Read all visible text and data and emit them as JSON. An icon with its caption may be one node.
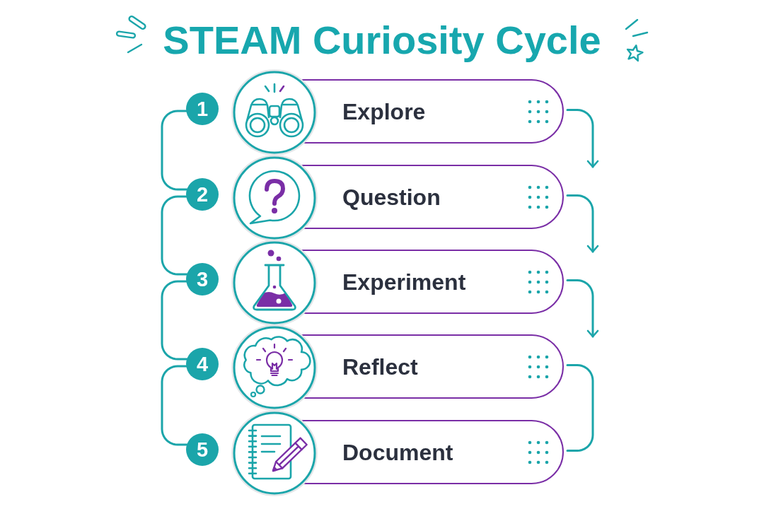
{
  "diagram": {
    "title": "STEAM Curiosity Cycle",
    "nodes": [
      {
        "text": [
          "1"
        ]
      },
      {
        "text": [
          "Explore"
        ]
      },
      {
        "text": [
          "2"
        ]
      },
      {
        "text": [
          "Question"
        ]
      },
      {
        "text": [
          "3"
        ]
      },
      {
        "text": [
          "Experiment"
        ]
      },
      {
        "text": [
          "4"
        ]
      },
      {
        "text": [
          "Reflect"
        ]
      },
      {
        "text": [
          "5"
        ]
      },
      {
        "text": [
          "Document"
        ]
      }
    ],
    "edges": [
      {
        "from": 0,
        "to": 2,
        "arrow": "none"
      },
      {
        "from": 2,
        "to": 4,
        "arrow": "none"
      },
      {
        "from": 4,
        "to": 6,
        "arrow": "none"
      },
      {
        "from": 6,
        "to": 8,
        "arrow": "none"
      },
      {
        "from": 1,
        "to": 3,
        "arrow": "to"
      },
      {
        "from": 3,
        "to": 5,
        "arrow": "to"
      },
      {
        "from": 5,
        "to": 7,
        "arrow": "to"
      },
      {
        "from": 7,
        "to": 9,
        "arrow": "none"
      }
    ]
  }
}
